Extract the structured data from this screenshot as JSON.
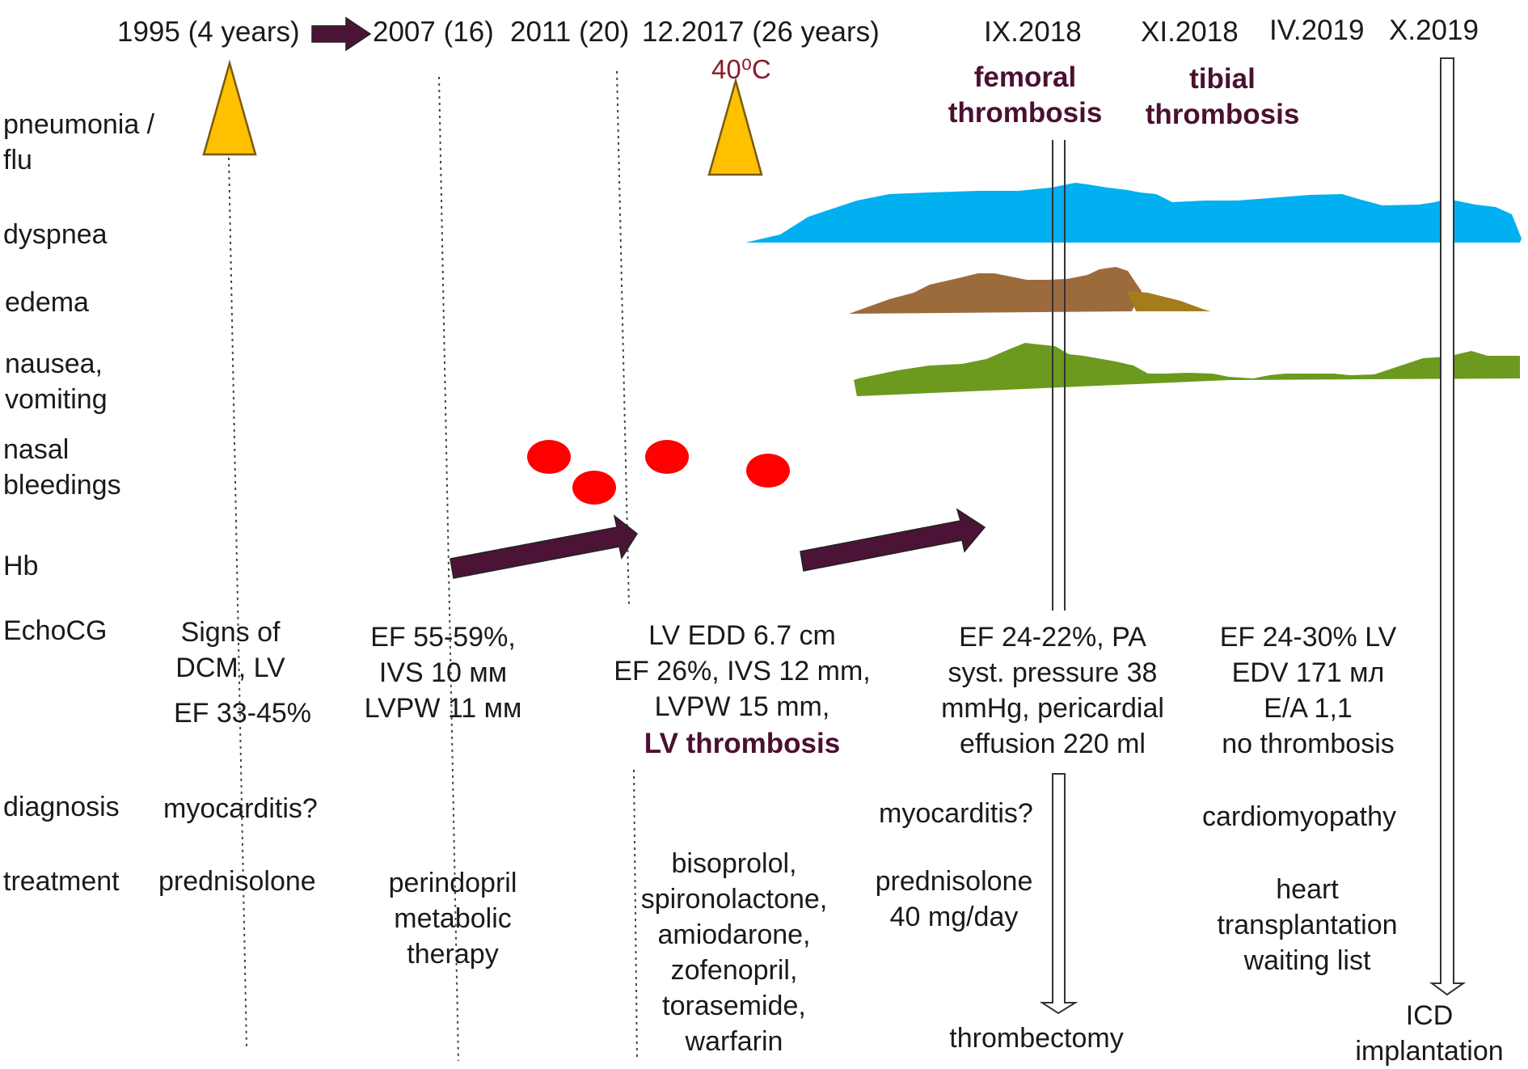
{
  "timeline": {
    "dates": [
      "1995 (4 years)",
      "2007 (16)",
      "2011 (20)",
      "12.2017 (26 years)",
      "IX.2018",
      "XI.2018",
      "IV.2019",
      "X.2019"
    ],
    "temperature": "40⁰C",
    "events": {
      "femoral": [
        "femoral",
        "thrombosis"
      ],
      "tibial": [
        "tibial",
        "thrombosis"
      ]
    }
  },
  "rows": {
    "pneumonia": [
      "pneumonia /",
      "flu"
    ],
    "dyspnea": "dyspnea",
    "edema": "edema",
    "nausea": [
      "nausea,",
      "vomiting"
    ],
    "nasal": [
      "nasal",
      "bleedings"
    ],
    "hb": "Hb",
    "echo": "EchoCG",
    "diagnosis": "diagnosis",
    "treatment": "treatment"
  },
  "echo": {
    "c1": [
      "Signs of",
      "DCM, LV",
      "EF 33-45%"
    ],
    "c2": [
      "EF 55-59%,",
      "IVS 10 мм",
      "LVPW 11 мм"
    ],
    "c3": [
      "LV EDD 6.7 cm",
      "EF 26%, IVS 12 mm,",
      "LVPW 15 mm,",
      "LV thrombosis"
    ],
    "c4": [
      "EF 24-22%, PA",
      "syst. pressure 38",
      "mmHg, pericardial",
      "effusion 220 ml"
    ],
    "c5": [
      "EF 24-30% LV",
      "EDV 171 мл",
      "E/A 1,1",
      "no thrombosis"
    ]
  },
  "diagnosis": {
    "d1": "myocarditis?",
    "d2": "myocarditis?",
    "d3": "cardiomyopathy"
  },
  "treatment": {
    "t1": "prednisolone",
    "t2": [
      "perindopril",
      "metabolic",
      "therapy"
    ],
    "t3": [
      "bisoprolol,",
      "spironolactone,",
      "amiodarone,",
      "zofenopril,",
      "torasemide,",
      "warfarin"
    ],
    "t4": [
      "prednisolone",
      "40 mg/day"
    ],
    "t5": [
      "heart",
      "transplantation",
      "waiting list"
    ]
  },
  "outcomes": {
    "thrombectomy": "thrombectomy",
    "icd": [
      "ICD",
      "implantation"
    ]
  },
  "colors": {
    "dyspnea": "#00b0f0",
    "edema": "#9c6b3c",
    "edema_tail": "#a57c1b",
    "nausea": "#6b9a1e",
    "bleeding": "#ff0000",
    "fever_triangle": "#ffc000",
    "arrow": "#4b1436",
    "event_text": "#4b1030"
  }
}
